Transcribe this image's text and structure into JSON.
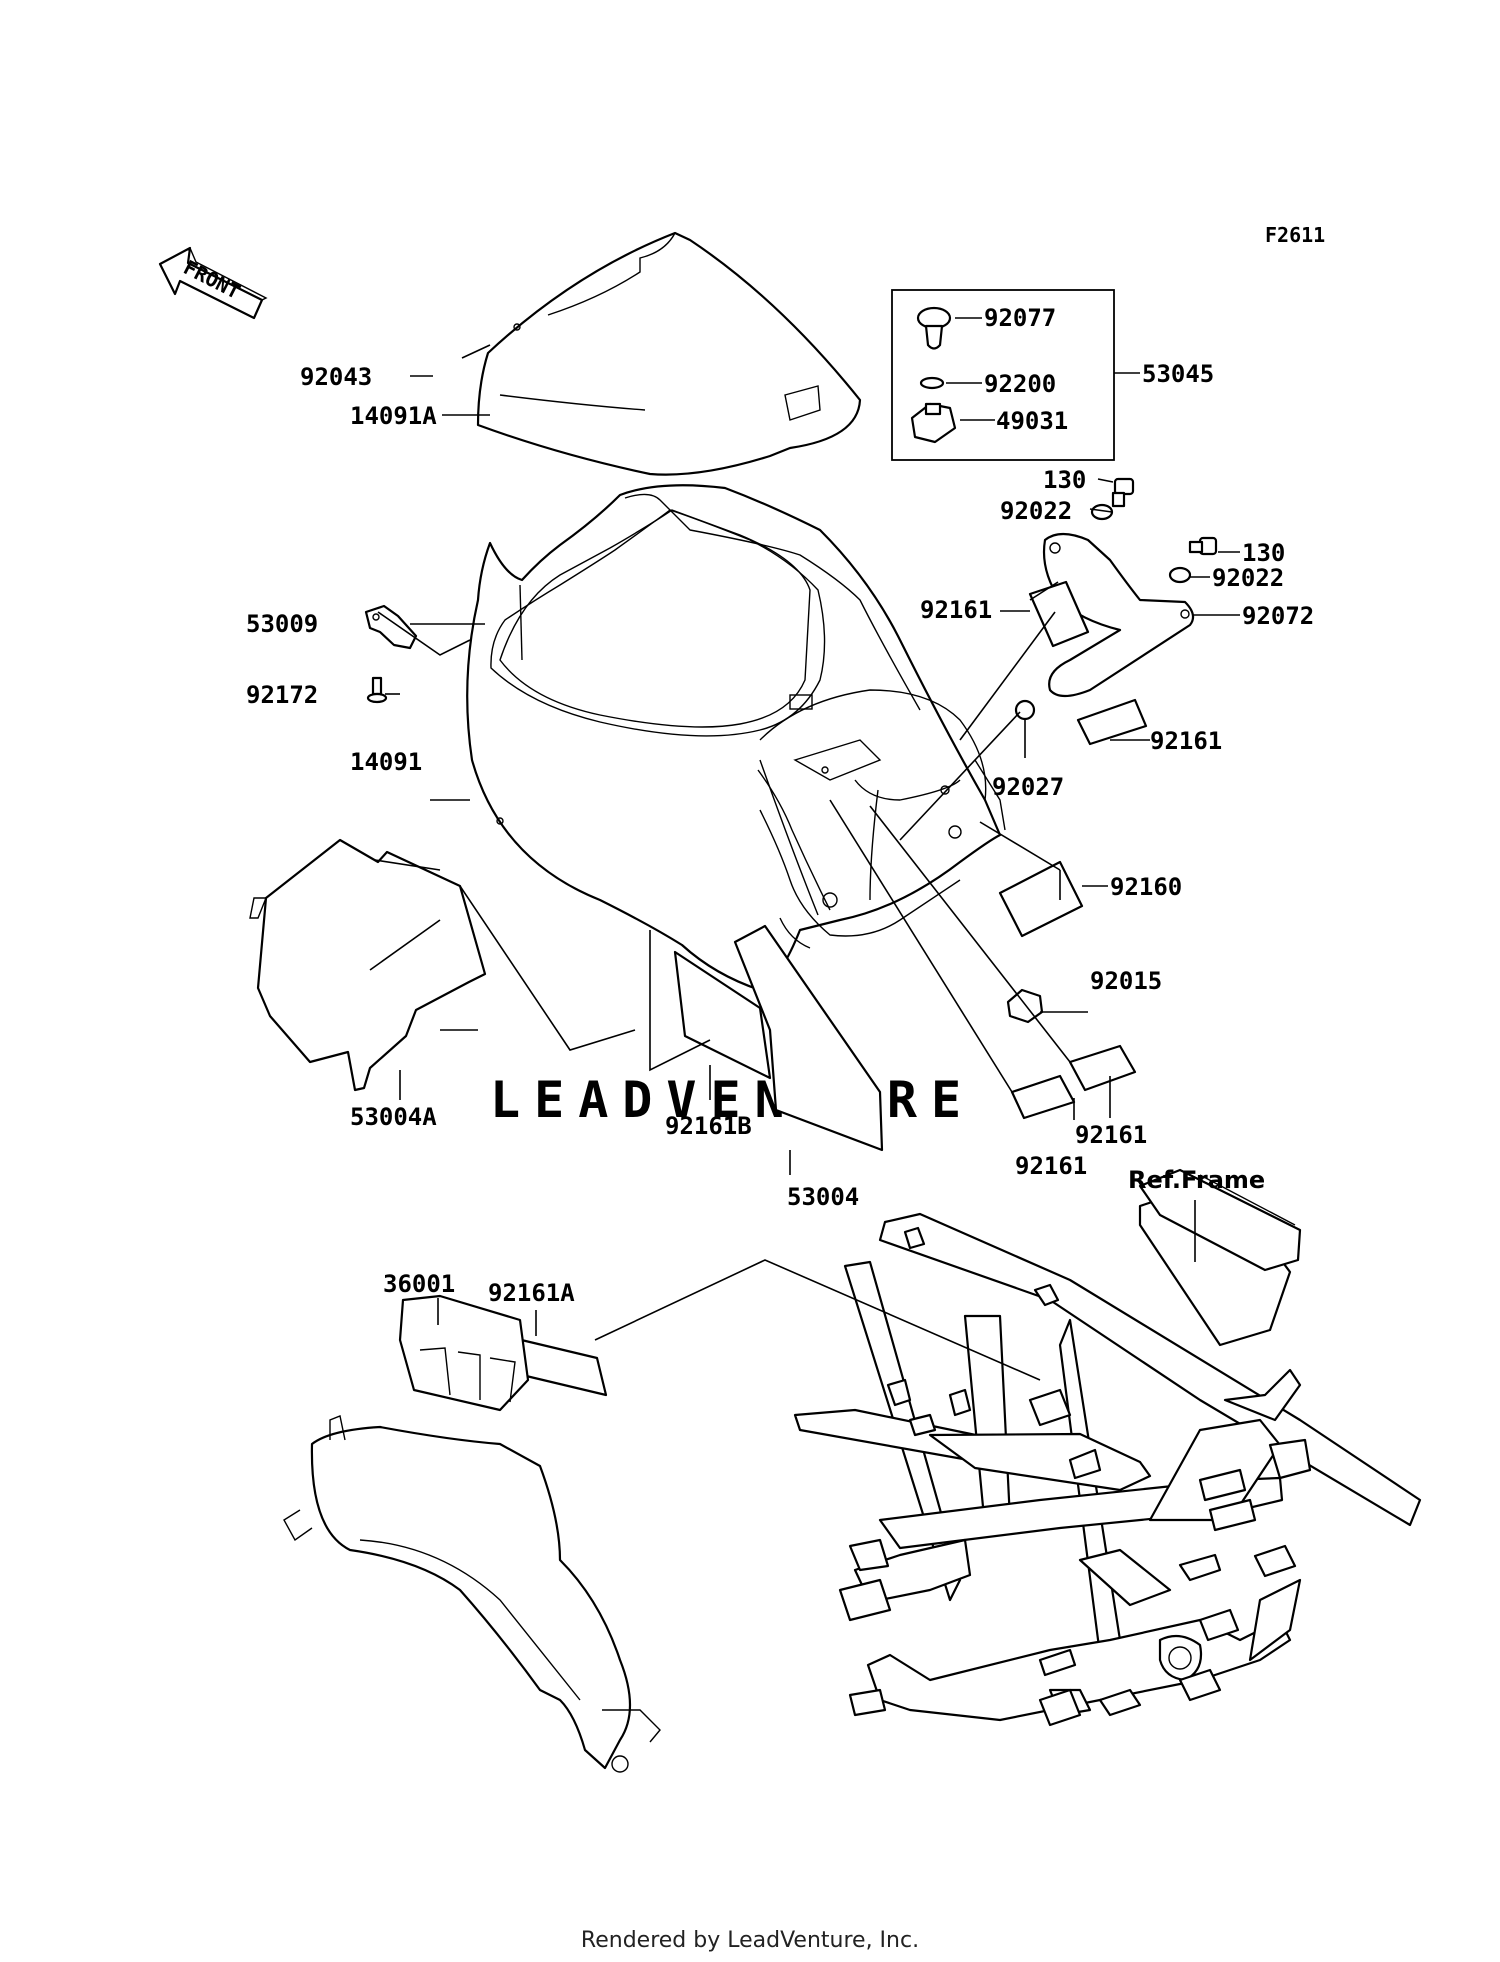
{
  "diagram_code": "F2611",
  "front_label": "FRONT",
  "watermark": "LEADVENTURE",
  "footer": "Rendered by LeadVenture, Inc.",
  "ref_label": "Ref.Frame",
  "parts": {
    "p92043": "92043",
    "p14091A": "14091A",
    "p92077": "92077",
    "p92200": "92200",
    "p49031": "49031",
    "p53045": "53045",
    "p130a": "130",
    "p92022a": "92022",
    "p130b": "130",
    "p92022b": "92022",
    "p92161a": "92161",
    "p92072": "92072",
    "p53009": "53009",
    "p92172": "92172",
    "p14091": "14091",
    "p92161b": "92161",
    "p92027": "92027",
    "p92160": "92160",
    "p92015": "92015",
    "p53004A": "53004A",
    "p92161B": "92161B",
    "p53004": "53004",
    "p92161c": "92161",
    "p92161d": "92161",
    "p92161A": "92161A",
    "p36001": "36001"
  }
}
